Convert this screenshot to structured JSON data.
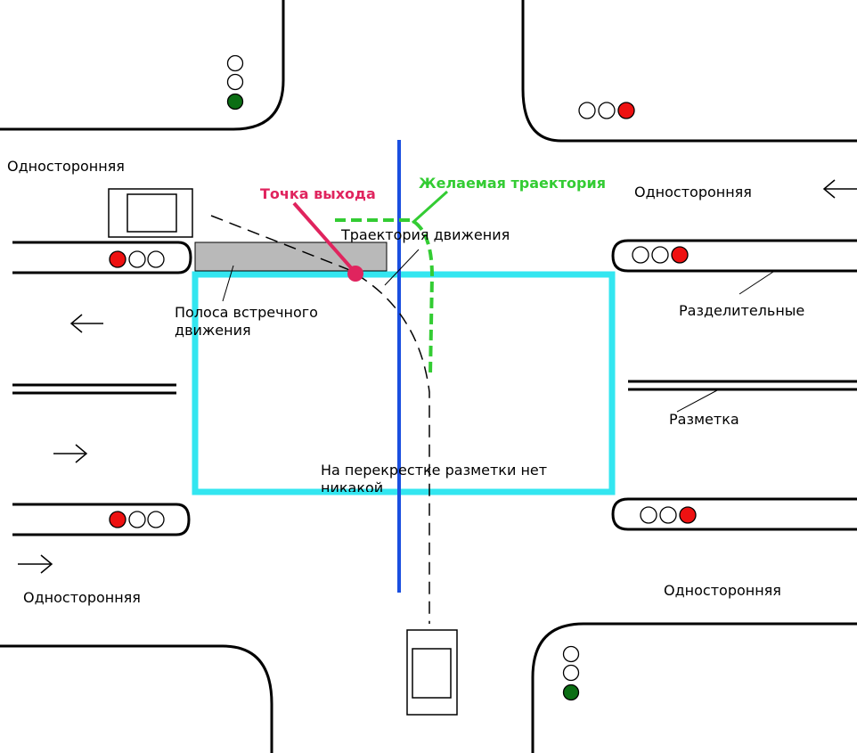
{
  "labels": {
    "one_way_top_left": "Односторонняя",
    "one_way_top_right": "Односторонняя",
    "one_way_bottom_left": "Односторонняя",
    "one_way_bottom_right": "Односторонняя",
    "exit_point": "Точка выхода",
    "desired_trajectory": "Желаемая траектория",
    "movement_trajectory": "Траектория движения",
    "oncoming_lane": "Полоса встречного движения",
    "dividers": "Разделительные",
    "marking": "Разметка",
    "no_marking": "На перекрестке разметки нет никакой"
  },
  "colors": {
    "zone_outline": "#33e6f0",
    "exit_point": "#e0245e",
    "desired_path": "#33cc33",
    "vertical_line": "#1a4fe0",
    "oncoming_lane_fill": "#b9b9b9",
    "light_red": "#ee1111",
    "light_green": "#0b6e14"
  },
  "icons": {
    "arrow_left": "arrow-left-icon",
    "arrow_right": "arrow-right-icon",
    "traffic_light": "traffic-light-icon",
    "car": "car-icon"
  }
}
